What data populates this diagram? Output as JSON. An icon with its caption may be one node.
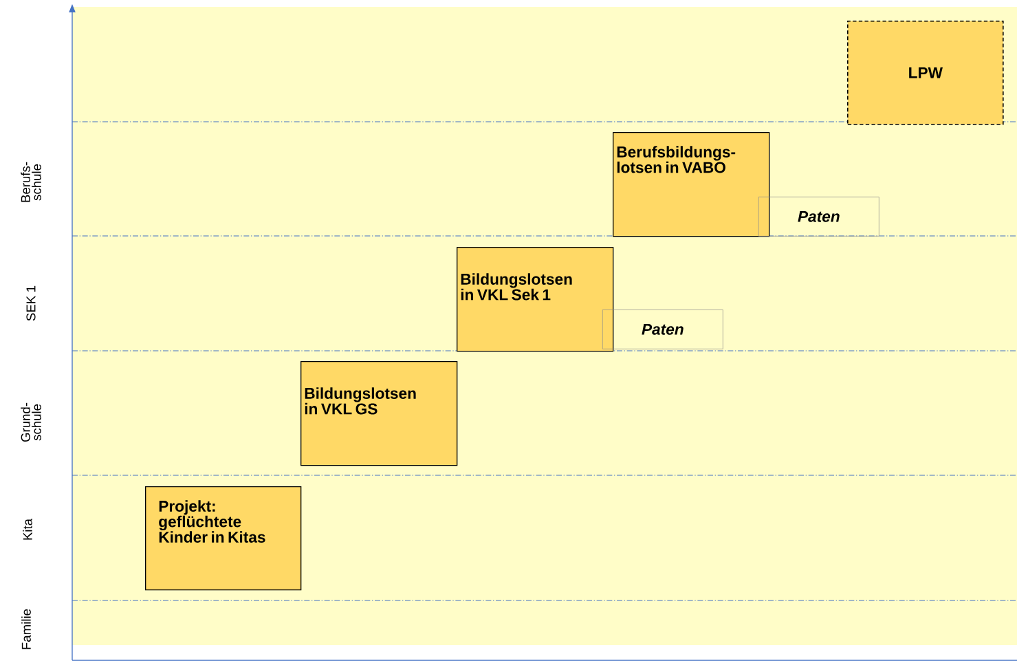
{
  "diagram": {
    "nodes": [
      {
        "text": [
          "LPW"
        ]
      },
      {
        "text": [
          "Berufsbildungs- lotsen in VABO"
        ]
      },
      {
        "text": [
          "*Paten*"
        ]
      },
      {
        "text": [
          "Bildungslotsen in VKL Sek 1"
        ]
      },
      {
        "text": [
          "*Paten*"
        ]
      },
      {
        "text": [
          "Bildungslotsen in VKL GS"
        ]
      },
      {
        "text": [
          "Projekt: geflüchtete Kinder in Kitas"
        ]
      }
    ],
    "labels": [
      "Berufs- schule",
      "SEK 1",
      "Grund- schule",
      "Kita",
      "Familie"
    ]
  }
}
